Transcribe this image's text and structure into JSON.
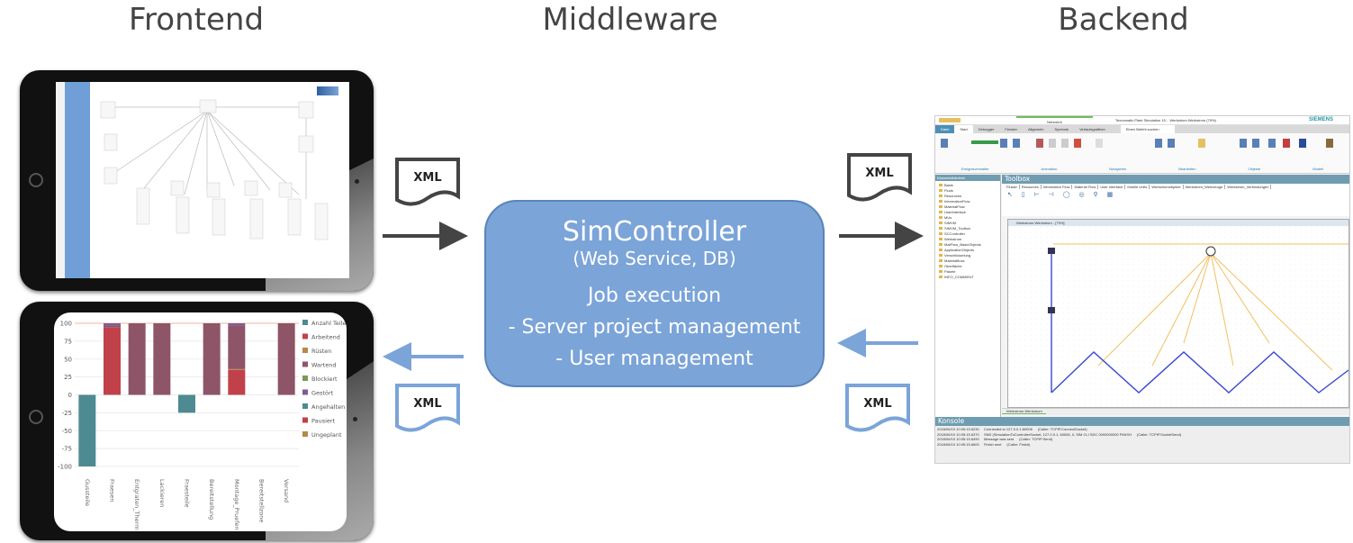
{
  "headings": {
    "frontend": "Frontend",
    "middleware": "Middleware",
    "backend": "Backend"
  },
  "middleware_box": {
    "title": "SimController",
    "subtitle": "(Web Service, DB)",
    "lines": [
      "Job execution",
      "- Server project management",
      "- User management"
    ]
  },
  "xml_label": "XML",
  "colors": {
    "box_fill": "#7ba4d8",
    "box_border": "#5a84bb",
    "arrow_dark": "#444444",
    "arrow_light": "#7ba4d8",
    "frontend_sidebar": "#6f9fd6"
  },
  "backend_app": {
    "title": "Tecnomatix Plant Simulation 15 - .Werkstrom.Werkstrom (79%)",
    "brand": "SIEMENS",
    "context_tab": "Netzwerk",
    "ribbon_tabs": [
      "Datei",
      "Start",
      "Debugger",
      "Fenster",
      "Allgemein",
      "Symbole",
      "Verlaufsgrafiken"
    ],
    "search_placeholder": "Einen Befehl suchen",
    "ribbon_groups": [
      "Ereignisverwalter",
      "Animation",
      "Navigieren",
      "Bearbeiten",
      "Objekte",
      "Modell"
    ],
    "class_library_title": "Klassenbibliothek",
    "tree": [
      "Basis",
      "Fluds",
      "Resources",
      "InformationFlow",
      "MaterialFlow",
      "UserInterface",
      "MUs",
      "SIMVM",
      "SIMVM_Toolbox",
      "SCController",
      "Werkstrom",
      "MatFlow_BasicObjects",
      "ApplicationObjects",
      "Verschlüsselung",
      "Materialfluss",
      "Oberfläche",
      "Pakete",
      "INFO_COMMENT"
    ],
    "toolbox_title": "Toolbox",
    "toolbox_tabs": [
      "Flussb",
      "Resources",
      "Information Flow",
      "Material Flow",
      "User Interface",
      "Mobile Units",
      "Werkstromobjekte",
      "Werkstrom_Werkzeuge",
      "Werkstrom_Verbindungen"
    ],
    "network_window_title": ".Werkstrom.Werkstrom - [79%]",
    "network_tab": ".Werkstrom.Werkstrom",
    "console_title": "Konsole",
    "console": [
      [
        "2018/06/19 10:05:15.6230",
        "Connected to 127.0.0.1:60006",
        "(Caller: TCPIP.ConnectSocket)"
      ],
      [
        "2018/06/19 10:05:15.6370",
        "SND (SimulationToControllerSocket, 127.0.0.1, 60006, 0, SIM CLI SDC 0000000000 FINISH",
        "(Caller: TCPIP.SocketSend)"
      ],
      [
        "2018/06/19 10:05:15.6490",
        "Message was sent",
        "(Caller: TCPIP.Send)"
      ],
      [
        "2018/06/19 10:05:15.6600",
        "Finish sent",
        "(Caller: Finish)"
      ]
    ]
  },
  "chart_data": {
    "type": "bar",
    "stacked": true,
    "categories": [
      "Gussteile",
      "Fraesen",
      "Entgraten_Therm",
      "Lackieren",
      "Fraesteile",
      "Bereitstellung",
      "Montage_Pruefen",
      "Bereitstellzone",
      "Versand"
    ],
    "ylim": [
      -100,
      100
    ],
    "yticks": [
      "-100",
      "-75",
      "-50",
      "-25",
      "0",
      "25",
      "50",
      "75",
      "100"
    ],
    "grid": true,
    "legend_position": "right",
    "reference_line": 100,
    "series": [
      {
        "name": "Anzahl Teile",
        "color": "#4e8a92",
        "values": [
          0,
          0,
          0,
          0,
          0,
          0,
          0,
          0,
          0
        ]
      },
      {
        "name": "Arbeitend",
        "color": "#c0414a",
        "values": [
          0,
          94,
          0,
          0,
          0,
          0,
          35,
          0,
          0
        ]
      },
      {
        "name": "Rüsten",
        "color": "#b5894a",
        "values": [
          0,
          0,
          0,
          0,
          0,
          0,
          1,
          0,
          0
        ]
      },
      {
        "name": "Wartend",
        "color": "#8e5468",
        "values": [
          0,
          3,
          100,
          100,
          0,
          100,
          61,
          0,
          100
        ]
      },
      {
        "name": "Blockiert",
        "color": "#7b9a5a",
        "values": [
          0,
          0,
          0,
          0,
          0,
          0,
          0,
          0,
          0
        ]
      },
      {
        "name": "Gestört",
        "color": "#7b5c96",
        "values": [
          0,
          3,
          0,
          0,
          0,
          0,
          3,
          0,
          0
        ]
      },
      {
        "name": "Angehalten",
        "color": "#4e8a92",
        "values": [
          -100,
          0,
          0,
          0,
          -25,
          0,
          0,
          0,
          0
        ]
      },
      {
        "name": "Pausiert",
        "color": "#c0414a",
        "values": [
          0,
          0,
          0,
          0,
          0,
          0,
          0,
          0,
          0
        ]
      },
      {
        "name": "Ungeplant",
        "color": "#b5894a",
        "values": [
          0,
          0,
          0,
          0,
          0,
          0,
          0,
          0,
          0
        ]
      }
    ]
  }
}
